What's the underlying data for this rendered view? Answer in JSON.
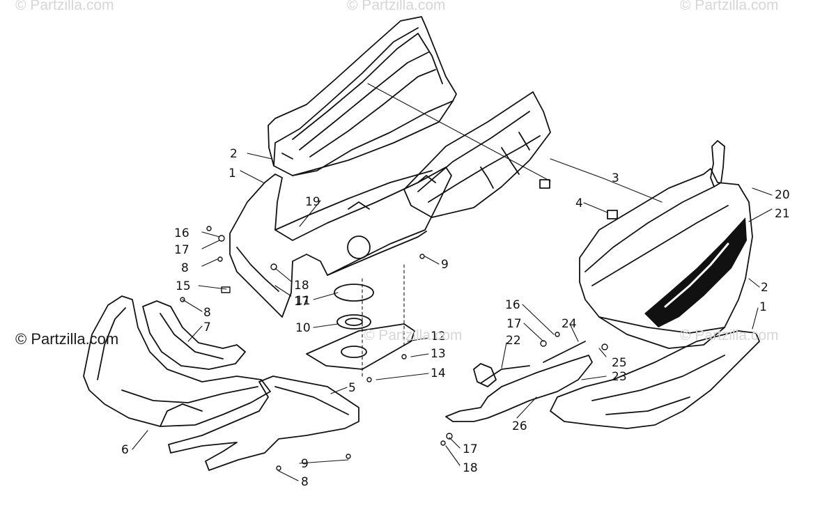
{
  "watermarks": {
    "top_left": "© Partzilla.com",
    "top_center": "© Partzilla.com",
    "top_right": "© Partzilla.com",
    "mid_center": "© Partzilla.com",
    "mid_right": "© Partzilla.com",
    "left_brand": "© Partzilla.com"
  },
  "callouts": [
    {
      "id": "c2a",
      "label": "2"
    },
    {
      "id": "c1a",
      "label": "1"
    },
    {
      "id": "c19",
      "label": "19"
    },
    {
      "id": "c16a",
      "label": "16"
    },
    {
      "id": "c17a",
      "label": "17"
    },
    {
      "id": "c8a",
      "label": "8"
    },
    {
      "id": "c15",
      "label": "15"
    },
    {
      "id": "c18a",
      "label": "18"
    },
    {
      "id": "c17b",
      "label": "17"
    },
    {
      "id": "c8b",
      "label": "8"
    },
    {
      "id": "c7",
      "label": "7"
    },
    {
      "id": "c11",
      "label": "11"
    },
    {
      "id": "c10",
      "label": "10"
    },
    {
      "id": "c9a",
      "label": "9"
    },
    {
      "id": "c12",
      "label": "12"
    },
    {
      "id": "c13",
      "label": "13"
    },
    {
      "id": "c14",
      "label": "14"
    },
    {
      "id": "c5",
      "label": "5"
    },
    {
      "id": "c6",
      "label": "6"
    },
    {
      "id": "c9b",
      "label": "9"
    },
    {
      "id": "c8c",
      "label": "8"
    },
    {
      "id": "c3",
      "label": "3"
    },
    {
      "id": "c4",
      "label": "4"
    },
    {
      "id": "c20",
      "label": "20"
    },
    {
      "id": "c21",
      "label": "21"
    },
    {
      "id": "c2b",
      "label": "2"
    },
    {
      "id": "c1b",
      "label": "1"
    },
    {
      "id": "c16b",
      "label": "16"
    },
    {
      "id": "c17c",
      "label": "17"
    },
    {
      "id": "c24",
      "label": "24"
    },
    {
      "id": "c22",
      "label": "22"
    },
    {
      "id": "c25",
      "label": "25"
    },
    {
      "id": "c23",
      "label": "23"
    },
    {
      "id": "c26",
      "label": "26"
    },
    {
      "id": "c17d",
      "label": "17"
    },
    {
      "id": "c18b",
      "label": "18"
    }
  ]
}
